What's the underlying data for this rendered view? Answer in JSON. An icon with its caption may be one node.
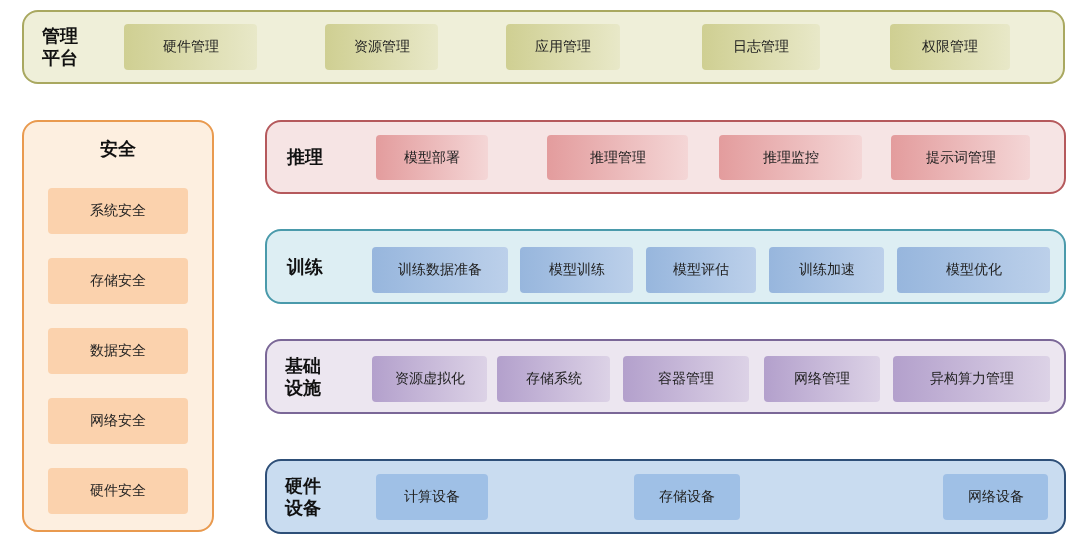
{
  "diagram": {
    "nodes": [
      {
        "text": [
          "管理平台"
        ]
      },
      {
        "text": [
          "硬件管理"
        ],
        "in": 0
      },
      {
        "text": [
          "资源管理"
        ],
        "in": 0
      },
      {
        "text": [
          "应用管理"
        ],
        "in": 0
      },
      {
        "text": [
          "日志管理"
        ],
        "in": 0
      },
      {
        "text": [
          "权限管理"
        ],
        "in": 0
      },
      {
        "text": [
          "安全"
        ]
      },
      {
        "text": [
          "系统安全"
        ],
        "in": 6
      },
      {
        "text": [
          "存储安全"
        ],
        "in": 6
      },
      {
        "text": [
          "数据安全"
        ],
        "in": 6
      },
      {
        "text": [
          "网络安全"
        ],
        "in": 6
      },
      {
        "text": [
          "硬件安全"
        ],
        "in": 6
      },
      {
        "text": [
          "推理"
        ]
      },
      {
        "text": [
          "模型部署"
        ],
        "in": 12
      },
      {
        "text": [
          "推理管理"
        ],
        "in": 12
      },
      {
        "text": [
          "推理监控"
        ],
        "in": 12
      },
      {
        "text": [
          "提示词管理"
        ],
        "in": 12
      },
      {
        "text": [
          "训练"
        ]
      },
      {
        "text": [
          "训练数据准备"
        ],
        "in": 17
      },
      {
        "text": [
          "模型训练"
        ],
        "in": 17
      },
      {
        "text": [
          "模型评估"
        ],
        "in": 17
      },
      {
        "text": [
          "训练加速"
        ],
        "in": 17
      },
      {
        "text": [
          "模型优化"
        ],
        "in": 17
      },
      {
        "text": [
          "基础设施"
        ]
      },
      {
        "text": [
          "资源虚拟化"
        ],
        "in": 23
      },
      {
        "text": [
          "存储系统"
        ],
        "in": 23
      },
      {
        "text": [
          "容器管理"
        ],
        "in": 23
      },
      {
        "text": [
          "网络管理"
        ],
        "in": 23
      },
      {
        "text": [
          "异构算力管理"
        ],
        "in": 23
      },
      {
        "text": [
          "硬件设备"
        ]
      },
      {
        "text": [
          "计算设备"
        ],
        "in": 29
      },
      {
        "text": [
          "存储设备"
        ],
        "in": 29
      },
      {
        "text": [
          "网络设备"
        ],
        "in": 29
      }
    ]
  }
}
